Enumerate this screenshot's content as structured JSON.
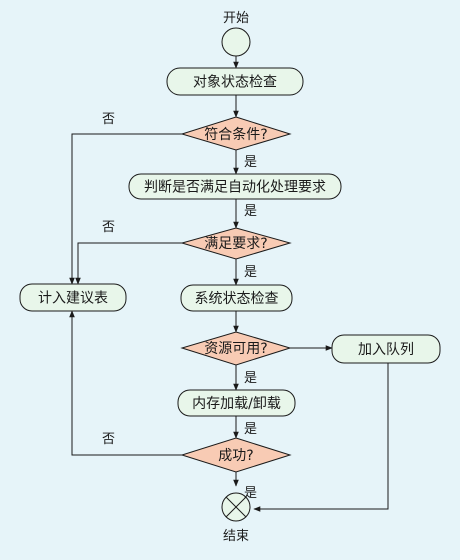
{
  "start": "开始",
  "end": "结束",
  "nodes": {
    "check_object_status": "对象状态检查",
    "meets_conditions": "符合条件?",
    "judge_auto_processing": "判断是否满足自动化处理要求",
    "meets_requirements": "满足要求?",
    "system_status_check": "系统状态检查",
    "resources_available": "资源可用?",
    "memory_load_unload": "内存加载/卸载",
    "success": "成功?",
    "record_suggestion_table": "计入建议表",
    "add_to_queue": "加入队列"
  },
  "edges": {
    "yes": "是",
    "no": "否"
  }
}
